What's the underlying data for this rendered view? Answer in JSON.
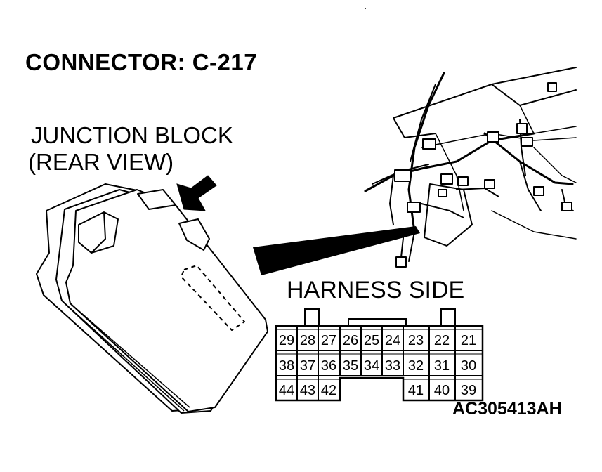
{
  "title": "CONNECTOR: C-217",
  "component": {
    "line1": "JUNCTION BLOCK",
    "line2": "(REAR VIEW)"
  },
  "connector": {
    "side_label": "HARNESS SIDE",
    "rows": [
      [
        "29",
        "28",
        "27",
        "26",
        "25",
        "24",
        "23",
        "22",
        "21"
      ],
      [
        "38",
        "37",
        "36",
        "35",
        "34",
        "33",
        "32",
        "31",
        "30"
      ],
      [
        "44",
        "43",
        "42",
        "41",
        "40",
        "39"
      ]
    ]
  },
  "figure_code": "AC305413AH"
}
